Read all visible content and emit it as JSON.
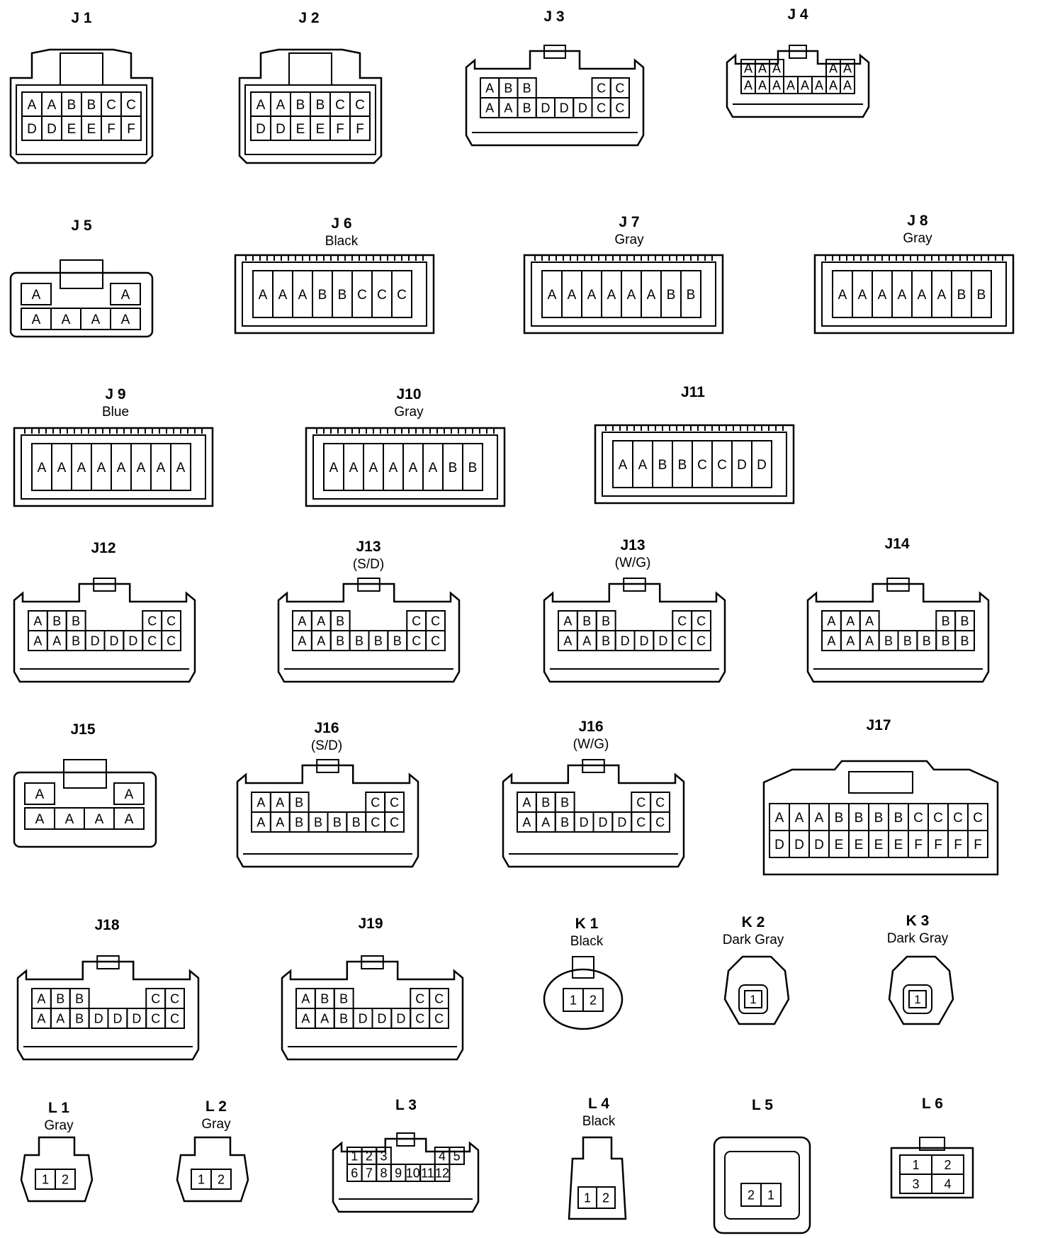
{
  "connectors": [
    {
      "id": "J 1",
      "style": "box",
      "rows": [
        [
          "A",
          "A",
          "B",
          "B",
          "C",
          "C"
        ],
        [
          "D",
          "D",
          "E",
          "E",
          "F",
          "F"
        ]
      ]
    },
    {
      "id": "J 2",
      "style": "box",
      "rows": [
        [
          "A",
          "A",
          "B",
          "B",
          "C",
          "C"
        ],
        [
          "D",
          "D",
          "E",
          "E",
          "F",
          "F"
        ]
      ]
    },
    {
      "id": "J 3",
      "style": "latch",
      "rows": [
        [
          "A",
          "B",
          "B",
          "",
          "",
          "",
          "C",
          "C"
        ],
        [
          "A",
          "A",
          "B",
          "D",
          "D",
          "D",
          "C",
          "C"
        ]
      ]
    },
    {
      "id": "J 4",
      "style": "low",
      "rows": [
        [
          "A",
          "A",
          "A",
          "",
          "",
          "",
          "A",
          "A"
        ],
        [
          "A",
          "A",
          "A",
          "A",
          "A",
          "A",
          "A",
          "A"
        ]
      ]
    },
    {
      "id": "J 5",
      "style": "small",
      "rows": [
        [
          "A",
          "",
          "",
          "A"
        ],
        [
          "A",
          "A",
          "A",
          "A"
        ]
      ]
    },
    {
      "id": "J 6",
      "color": "Black",
      "style": "slot",
      "rows": [
        [
          "A",
          "A",
          "A",
          "B",
          "B",
          "C",
          "C",
          "C"
        ]
      ]
    },
    {
      "id": "J 7",
      "color": "Gray",
      "style": "slot",
      "rows": [
        [
          "A",
          "A",
          "A",
          "A",
          "A",
          "A",
          "B",
          "B"
        ]
      ]
    },
    {
      "id": "J 8",
      "color": "Gray",
      "style": "slot",
      "rows": [
        [
          "A",
          "A",
          "A",
          "A",
          "A",
          "A",
          "B",
          "B"
        ]
      ]
    },
    {
      "id": "J 9",
      "color": "Blue",
      "style": "slot",
      "rows": [
        [
          "A",
          "A",
          "A",
          "A",
          "A",
          "A",
          "A",
          "A"
        ]
      ]
    },
    {
      "id": "J10",
      "color": "Gray",
      "style": "slot",
      "rows": [
        [
          "A",
          "A",
          "A",
          "A",
          "A",
          "A",
          "B",
          "B"
        ]
      ]
    },
    {
      "id": "J11",
      "style": "slot",
      "rows": [
        [
          "A",
          "A",
          "B",
          "B",
          "C",
          "C",
          "D",
          "D"
        ]
      ]
    },
    {
      "id": "J12",
      "style": "latch",
      "rows": [
        [
          "A",
          "B",
          "B",
          "",
          "",
          "",
          "C",
          "C"
        ],
        [
          "A",
          "A",
          "B",
          "D",
          "D",
          "D",
          "C",
          "C"
        ]
      ]
    },
    {
      "id": "J13",
      "color": "(S/D)",
      "style": "latch",
      "rows": [
        [
          "A",
          "A",
          "B",
          "",
          "",
          "",
          "C",
          "C"
        ],
        [
          "A",
          "A",
          "B",
          "B",
          "B",
          "B",
          "C",
          "C"
        ]
      ]
    },
    {
      "id": "J13",
      "color": "(W/G)",
      "style": "latch",
      "rows": [
        [
          "A",
          "B",
          "B",
          "",
          "",
          "",
          "C",
          "C"
        ],
        [
          "A",
          "A",
          "B",
          "D",
          "D",
          "D",
          "C",
          "C"
        ]
      ]
    },
    {
      "id": "J14",
      "style": "latch",
      "rows": [
        [
          "A",
          "A",
          "A",
          "",
          "",
          "",
          "B",
          "B"
        ],
        [
          "A",
          "A",
          "A",
          "B",
          "B",
          "B",
          "B",
          "B"
        ]
      ]
    },
    {
      "id": "J15",
      "style": "small",
      "rows": [
        [
          "A",
          "",
          "",
          "A"
        ],
        [
          "A",
          "A",
          "A",
          "A"
        ]
      ]
    },
    {
      "id": "J16",
      "color": "(S/D)",
      "style": "latch",
      "rows": [
        [
          "A",
          "A",
          "B",
          "",
          "",
          "",
          "C",
          "C"
        ],
        [
          "A",
          "A",
          "B",
          "B",
          "B",
          "B",
          "C",
          "C"
        ]
      ]
    },
    {
      "id": "J16",
      "color": "(W/G)",
      "style": "latch",
      "rows": [
        [
          "A",
          "B",
          "B",
          "",
          "",
          "",
          "C",
          "C"
        ],
        [
          "A",
          "A",
          "B",
          "D",
          "D",
          "D",
          "C",
          "C"
        ]
      ]
    },
    {
      "id": "J17",
      "style": "wide",
      "rows": [
        [
          "A",
          "A",
          "A",
          "B",
          "B",
          "B",
          "B",
          "C",
          "C",
          "C",
          "C"
        ],
        [
          "D",
          "D",
          "D",
          "E",
          "E",
          "E",
          "E",
          "F",
          "F",
          "F",
          "F"
        ]
      ]
    },
    {
      "id": "J18",
      "style": "latch",
      "rows": [
        [
          "A",
          "B",
          "B",
          "",
          "",
          "",
          "C",
          "C"
        ],
        [
          "A",
          "A",
          "B",
          "D",
          "D",
          "D",
          "C",
          "C"
        ]
      ]
    },
    {
      "id": "J19",
      "style": "latch",
      "rows": [
        [
          "A",
          "B",
          "B",
          "",
          "",
          "",
          "C",
          "C"
        ],
        [
          "A",
          "A",
          "B",
          "D",
          "D",
          "D",
          "C",
          "C"
        ]
      ]
    },
    {
      "id": "K 1",
      "color": "Black",
      "style": "round",
      "rows": [
        [
          "1",
          "2"
        ]
      ]
    },
    {
      "id": "K 2",
      "color": "Dark Gray",
      "style": "sensor",
      "rows": [
        [
          "1"
        ]
      ]
    },
    {
      "id": "K 3",
      "color": "Dark Gray",
      "style": "sensor",
      "rows": [
        [
          "1"
        ]
      ]
    },
    {
      "id": "L 1",
      "color": "Gray",
      "style": "mini",
      "rows": [
        [
          "1",
          "2"
        ]
      ]
    },
    {
      "id": "L 2",
      "color": "Gray",
      "style": "mini",
      "rows": [
        [
          "1",
          "2"
        ]
      ]
    },
    {
      "id": "L 3",
      "style": "low",
      "rows": [
        [
          "1",
          "2",
          "3",
          "",
          "",
          "",
          "4",
          "5"
        ],
        [
          "6",
          "7",
          "8",
          "9",
          "10",
          "11",
          "12"
        ]
      ]
    },
    {
      "id": "L 4",
      "color": "Black",
      "style": "tall",
      "rows": [
        [
          "1",
          "2"
        ]
      ]
    },
    {
      "id": "L 5",
      "style": "square",
      "rows": [
        [
          "2",
          "1"
        ]
      ]
    },
    {
      "id": "L 6",
      "style": "quad",
      "rows": [
        [
          "1",
          "2"
        ],
        [
          "3",
          "4"
        ]
      ]
    }
  ],
  "colors": {
    "line": "#000000",
    "background": "#ffffff"
  }
}
